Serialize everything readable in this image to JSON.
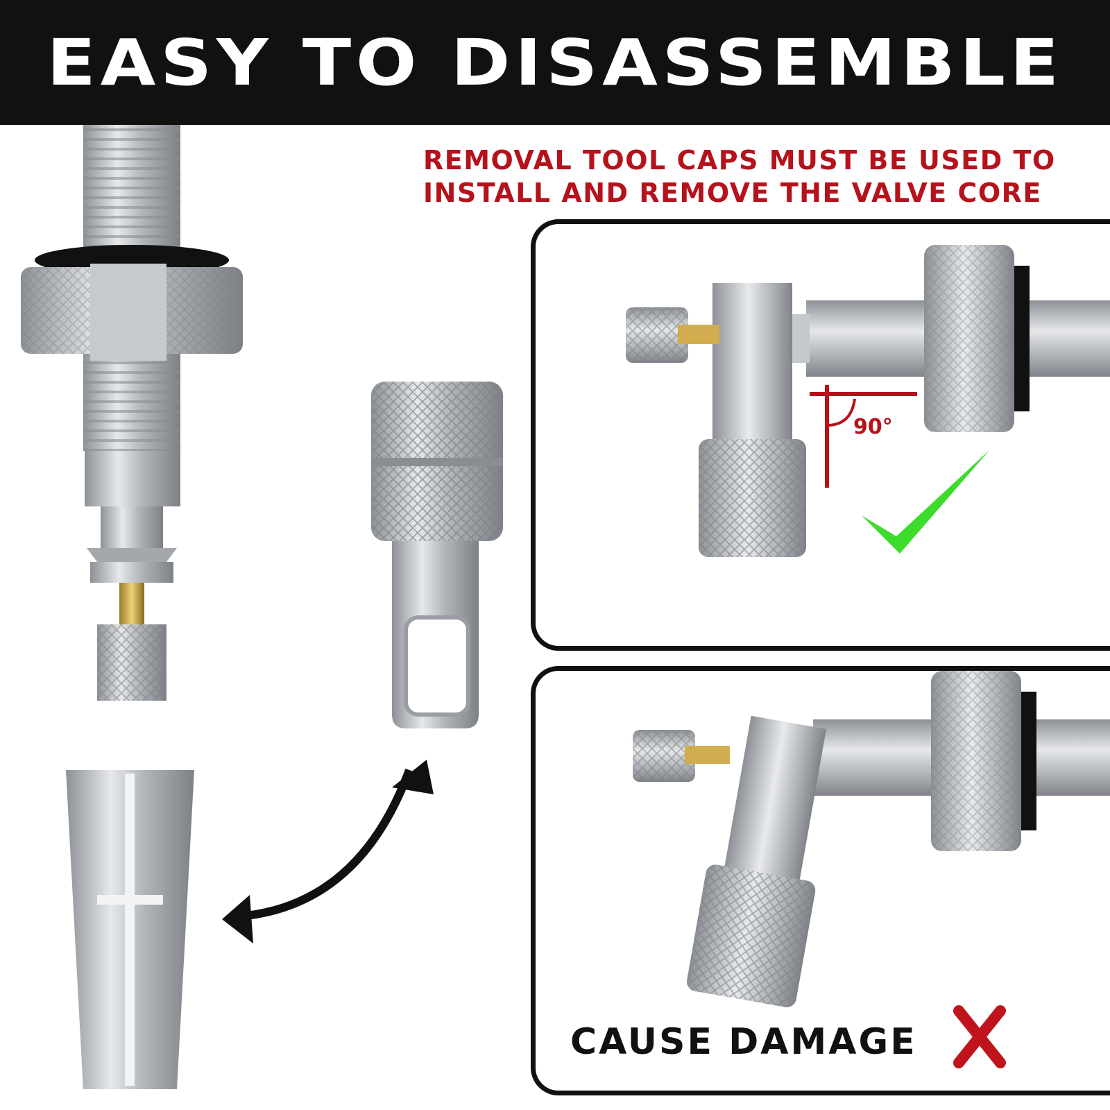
{
  "header": {
    "title": "EASY TO DISASSEMBLE"
  },
  "notice": {
    "line1": "REMOVAL TOOL CAPS MUST BE USED TO",
    "line2": "INSTALL AND REMOVE THE VALVE CORE"
  },
  "panel_correct": {
    "angle_label": "90°",
    "status_icon": "check-mark-icon"
  },
  "panel_wrong": {
    "caption": "CAUSE DAMAGE",
    "status_icon": "x-mark-icon"
  },
  "colors": {
    "banner_bg": "#111111",
    "notice_text": "#b5121b",
    "check": "#3ddc2c",
    "cross": "#c0141c",
    "metal": "#b9bdc2"
  }
}
